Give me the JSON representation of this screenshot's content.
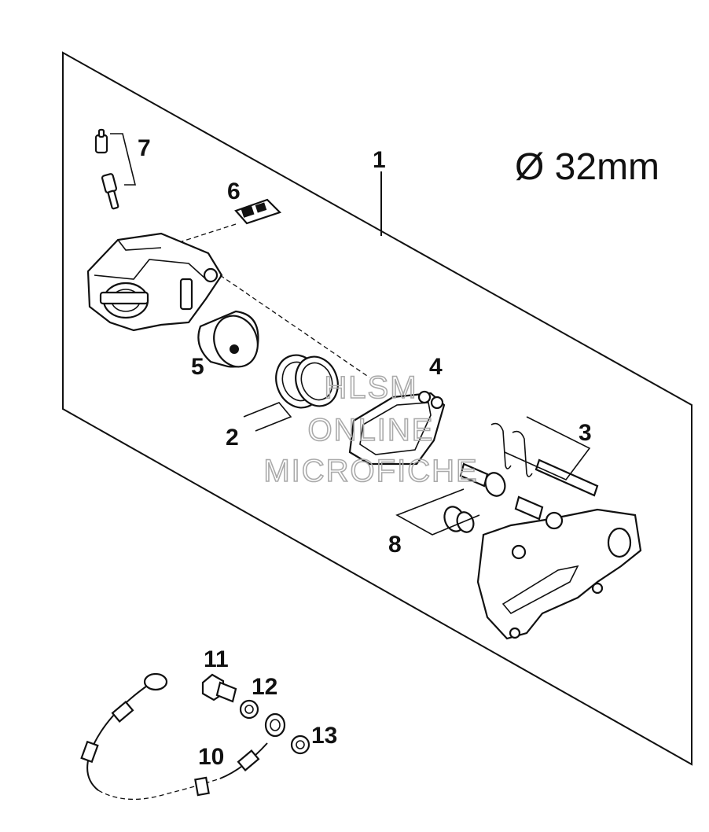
{
  "spec_label": "Ø 32mm",
  "callouts": {
    "c1": "1",
    "c2": "2",
    "c3": "3",
    "c4": "4",
    "c5": "5",
    "c6": "6",
    "c7": "7",
    "c8": "8",
    "c10": "10",
    "c11": "11",
    "c12": "12",
    "c13": "13"
  },
  "watermark": {
    "line1": "HLSM",
    "line2": "ONLINE",
    "line3": "MICROFICHE"
  },
  "colors": {
    "ink": "#111111",
    "watermark": "#aaaaaa",
    "background": "#ffffff"
  }
}
